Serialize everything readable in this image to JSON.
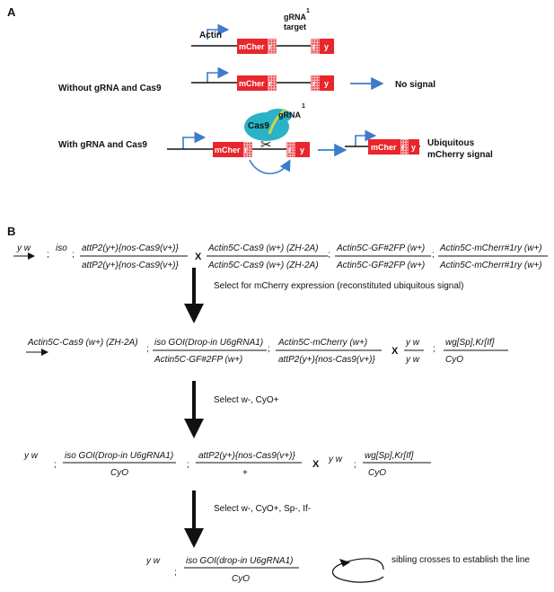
{
  "panelA": {
    "label": "A",
    "row1": {
      "promoter": "Actin",
      "mcherry": "mCher",
      "r1": "r",
      "target_line1": "gRNA",
      "target_sup": "1",
      "target_line2": "target",
      "r2": "r",
      "y": "y"
    },
    "row2": {
      "label": "Without gRNA and Cas9",
      "mcherry": "mCher",
      "r1": "r",
      "r2": "r",
      "y": "y",
      "result": "No signal"
    },
    "row3": {
      "label": "With gRNA and Cas9",
      "cas9": "Cas9",
      "grna": "gRNA",
      "grna_sup": "1",
      "mcherry": "mCher",
      "r1": "r",
      "r2": "r",
      "y": "y",
      "result_mcherry": "mCher",
      "result_r": "r",
      "result_y": "y",
      "result_line1": "Ubiquitous",
      "result_line2": "mCherry signal"
    },
    "colors": {
      "red": "#e8262c",
      "blue": "#3d7cc9",
      "cas9": "#2ab2c6",
      "grna": "#c9d64c"
    }
  },
  "panelB": {
    "label": "B",
    "cross1": {
      "yw": "y w",
      "sep1": ";",
      "iso": "iso",
      "sep2": ";",
      "frac1_num": "attP2(y+){nos-Cas9(v+)}",
      "frac1_den": "attP2(y+){nos-Cas9(v+)}",
      "x": "X",
      "frac2_num": "Actin5C-Cas9 (w+) (ZH-2A)",
      "frac2_den": "Actin5C-Cas9 (w+) (ZH-2A)",
      "sep3": ";",
      "frac3_num": "Actin5C-GF#2FP (w+)",
      "frac3_den": "Actin5C-GF#2FP (w+)",
      "sep4": ";",
      "frac4_num": "Actin5C-mCherr#1ry (w+)",
      "frac4_den": "Actin5C-mCherr#1ry (w+)"
    },
    "step1": "Select for mCherry expression (reconstituted ubiquitous signal)",
    "cross2": {
      "lead": "Actin5C-Cas9 (w+) (ZH-2A)",
      "sep1": ";",
      "frac1_num": "iso GOI(Drop-in U6gRNA1)",
      "frac1_den": "Actin5C-GF#2FP (w+)",
      "sep2": ";",
      "frac2_num": "Actin5C-mCherry (w+)",
      "frac2_den": "attP2(y+){nos-Cas9(v+)}",
      "x": "X",
      "frac3_num": "y w",
      "frac3_den": "y w",
      "sep3": ";",
      "frac4_num": "wg[Sp],Kr[If]",
      "frac4_den": "CyO"
    },
    "step2": "Select w-, CyO+",
    "cross3": {
      "yw": "y w",
      "sep1": ";",
      "frac1_num": "iso GOI(Drop-in U6gRNA1)",
      "frac1_den": "CyO",
      "sep2": ";",
      "frac2_num": "attP2(y+){nos-Cas9(v+)}",
      "frac2_den": "+",
      "x": "X",
      "yw2": "y w",
      "sep3": ";",
      "frac3_num": "wg[Sp],Kr[If]",
      "frac3_den": "CyO"
    },
    "step3": "Select w-, CyO+, Sp-, If-",
    "final": {
      "yw": "y w",
      "sep": ";",
      "frac_num": "iso GOI(drop-in U6gRNA1)",
      "frac_den": "CyO",
      "note": "sibling crosses to establish the line"
    }
  }
}
